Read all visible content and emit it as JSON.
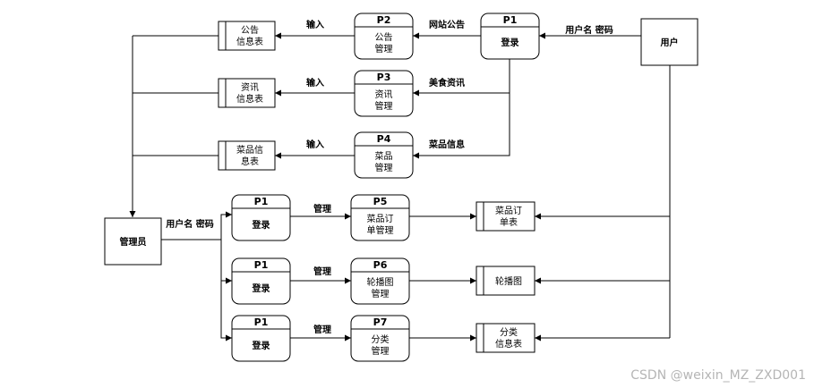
{
  "entities": {
    "user": "用户",
    "admin": "管理员"
  },
  "processes": {
    "p1_user": {
      "id": "P1",
      "name": "登录"
    },
    "p2": {
      "id": "P2",
      "name_line1": "公告",
      "name_line2": "管理"
    },
    "p3": {
      "id": "P3",
      "name_line1": "资讯",
      "name_line2": "管理"
    },
    "p4": {
      "id": "P4",
      "name_line1": "菜品",
      "name_line2": "管理"
    },
    "p1_admin_a": {
      "id": "P1",
      "name": "登录"
    },
    "p1_admin_b": {
      "id": "P1",
      "name": "登录"
    },
    "p1_admin_c": {
      "id": "P1",
      "name": "登录"
    },
    "p5": {
      "id": "P5",
      "name_line1": "菜品订",
      "name_line2": "单管理"
    },
    "p6": {
      "id": "P6",
      "name_line1": "轮播图",
      "name_line2": "管理"
    },
    "p7": {
      "id": "P7",
      "name_line1": "分类",
      "name_line2": "管理"
    }
  },
  "stores": {
    "announcement": {
      "line1": "公告",
      "line2": "信息表"
    },
    "news": {
      "line1": "资讯",
      "line2": "信息表"
    },
    "dish": {
      "line1": "菜品信",
      "line2": "息表"
    },
    "dish_order": {
      "line1": "菜品订",
      "line2": "单表"
    },
    "carousel": {
      "line1": "轮播图"
    },
    "category": {
      "line1": "分类",
      "line2": "信息表"
    }
  },
  "flows": {
    "user_credentials": "用户名 密码",
    "site_announcement": "网站公告",
    "food_news": "美食资讯",
    "dish_info": "菜品信息",
    "input_1": "输入",
    "input_2": "输入",
    "input_3": "输入",
    "admin_credentials": "用户名 密码",
    "manage_1": "管理",
    "manage_2": "管理",
    "manage_3": "管理"
  },
  "watermark": "CSDN @weixin_MZ_ZXD001"
}
